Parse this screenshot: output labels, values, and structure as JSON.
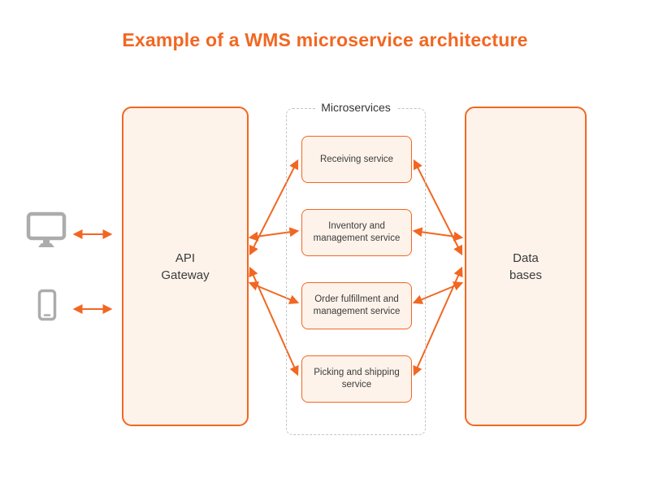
{
  "title": "Example of a WMS microservice architecture",
  "colors": {
    "accent": "#F16722",
    "node_fill": "#FDF3EB",
    "icon_gray": "#ACACAC",
    "group_border": "#C4C4C4",
    "text": "#3B3B3B"
  },
  "clients": {
    "desktop_icon": "desktop-computer",
    "mobile_icon": "mobile-phone"
  },
  "nodes": {
    "gateway": "API Gateway",
    "databases": "Data bases"
  },
  "microservices": {
    "group_label": "Microservices",
    "items": [
      "Receiving service",
      "Inventory and management service",
      "Order fulfillment and management service",
      "Picking and shipping service"
    ]
  }
}
